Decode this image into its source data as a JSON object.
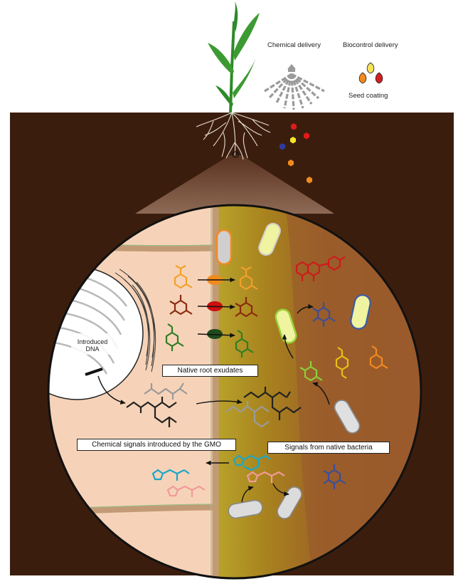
{
  "labels": {
    "chemical_delivery": "Chemical delivery",
    "biocontrol_delivery": "Biocontrol delivery",
    "seed_coating": "Seed coating",
    "introduced_dna_line1": "Introduced",
    "introduced_dna_line2": "DNA",
    "native_root_exudates": "Native root exudates",
    "chemical_signals_gmo": "Chemical signals introduced by the GMO",
    "signals_native_bacteria": "Signals from native bacteria"
  },
  "colors": {
    "soil": "#3b1d0e",
    "soil_light": "#6e4a33",
    "plant_cell": "#f6d3b8",
    "cell_wall": "#c9a27e",
    "rhizoplane": "#b5a22a",
    "rhizosphere": "#9b5a2c",
    "plant_green": "#2f8a2a",
    "orange": "#f28a1d",
    "red": "#cc1f1f",
    "dark_red": "#8a2a0f",
    "green": "#2f7d25",
    "blue": "#3a4f9a",
    "yellow": "#f2d21a",
    "lime": "#8ccf3a",
    "teal": "#1ba7c9",
    "pink": "#f2a0a0",
    "grey": "#8f8f8f",
    "black": "#222222"
  },
  "icons": [
    "corn-plant-icon",
    "sprayer-icon",
    "seed-coating-icon",
    "bacterium-icon",
    "molecule-icon",
    "transporter-icon",
    "nucleus-icon",
    "dna-icon"
  ]
}
